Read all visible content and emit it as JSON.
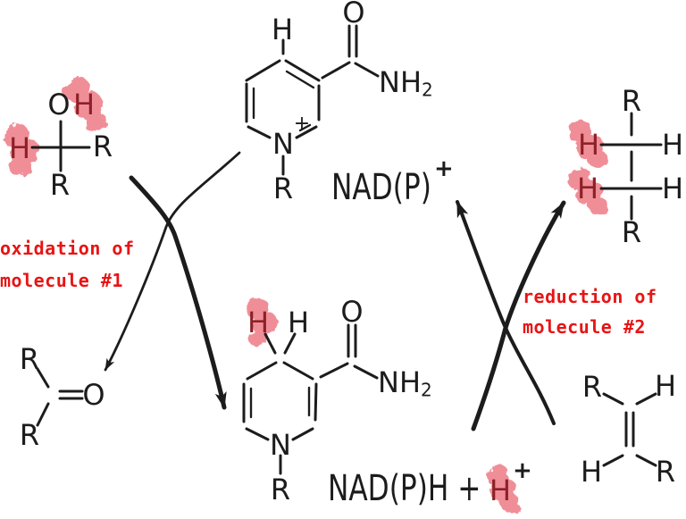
{
  "colors": {
    "ink": "#1c1c1c",
    "caption_red": "#e81414",
    "highlight_pink": "#f08e98",
    "highlight_letter": "#8c2127"
  },
  "nad_plus": {
    "ring_h": "H",
    "ring_n": "N",
    "charge": "+",
    "substituent_r": "R",
    "carbonyl_o": "O",
    "amide": "NH",
    "amide_sub": "2",
    "label": "NAD(P)",
    "label_sup": "+"
  },
  "nadh": {
    "h_new": "H",
    "h_old": "H",
    "ring_n": "N",
    "substituent_r": "R",
    "carbonyl_o": "O",
    "amide": "NH",
    "amide_sub": "2",
    "label": "NAD(P)H +",
    "proton": "H",
    "proton_sup": "+"
  },
  "alcohol": {
    "o": "O",
    "h_hydroxyl": "H",
    "h_alpha": "H",
    "r_right": "R",
    "r_down": "R"
  },
  "ketone": {
    "r_top": "R",
    "r_bottom": "R",
    "o": "O"
  },
  "alkene": {
    "r_top": "R",
    "h_top": "H",
    "h_bottom": "H",
    "r_bottom": "R"
  },
  "alkane": {
    "r_top": "R",
    "h1_left": "H",
    "h1_right": "H",
    "h2_left": "H",
    "h2_right": "H",
    "r_bottom": "R"
  },
  "captions": {
    "oxidation_line1": "oxidation of",
    "oxidation_line2": "molecule #1",
    "reduction_line1": "reduction of",
    "reduction_line2": "molecule #2"
  }
}
